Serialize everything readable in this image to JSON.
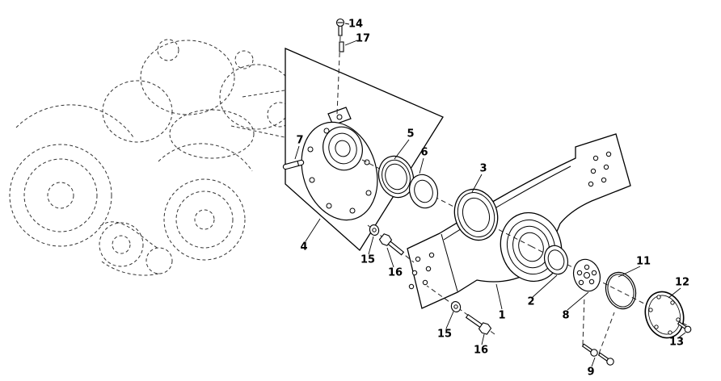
{
  "callouts": [
    {
      "label": "14"
    },
    {
      "label": "17"
    },
    {
      "label": "7"
    },
    {
      "label": "5"
    },
    {
      "label": "6"
    },
    {
      "label": "3"
    },
    {
      "label": "4"
    },
    {
      "label": "15"
    },
    {
      "label": "16"
    },
    {
      "label": "1"
    },
    {
      "label": "2"
    },
    {
      "label": "8"
    },
    {
      "label": "11"
    },
    {
      "label": "12"
    },
    {
      "label": "13"
    },
    {
      "label": "15"
    },
    {
      "label": "16"
    },
    {
      "label": "9"
    }
  ],
  "colors": {
    "line": "#000000",
    "phantom_line": "#333333",
    "background": "#ffffff"
  }
}
